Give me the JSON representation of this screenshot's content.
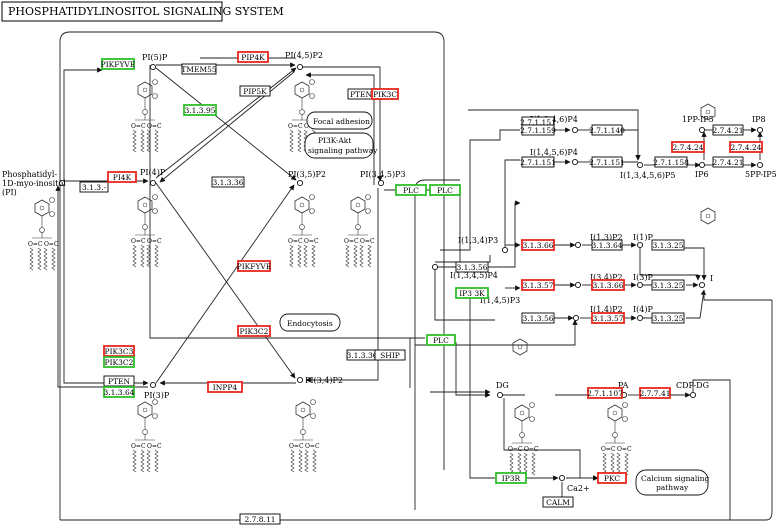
{
  "title": "PHOSPHATIDYLINOSITOL SIGNALING SYSTEM",
  "colors": {
    "upregulated": "#e8261f",
    "downregulated": "#2ec02e",
    "plain": "#000000",
    "line": "#222222"
  },
  "compounds": {
    "pi": "Phosphatidyl-",
    "pi2": "1D-myo-inositol",
    "pi3": "(PI)",
    "pi5p": "PI(5)P",
    "pi45p2": "PI(4,5)P2",
    "pi4p": "PI(4)P",
    "pi35p2": "PI(3,5)P2",
    "pip3": "PI(3,4,5)P3",
    "pi3p": "PI(3)P",
    "pi34p2": "PI(3,4)P2",
    "i1345p4": "I(1,3,4,5)P4",
    "i1346p4": "I(1,3,4,6)P4",
    "i1456p4": "I(1,4,5,6)P4",
    "i13456p5": "I(1,3,4,5,6)P5",
    "i134p3": "I(1,3,4)P3",
    "i145p3": "I(1,4,5)P3",
    "i13p2": "I(1,3)P2",
    "i34p2": "I(3,4)P2",
    "i14p2": "I(1,4)P2",
    "i1p": "I(1)P",
    "i3p": "I(3)P",
    "i4p": "I(4)P",
    "i": "I",
    "ip6": "IP6",
    "ip8": "IP8",
    "pp1ip5": "1PP-IP5",
    "pp5ip5": "5PP-IP5",
    "dg": "DG",
    "pa": "PA",
    "cdpdg": "CDP-DG",
    "ca": "Ca2+"
  },
  "maps": {
    "focal": "Focal adhesion",
    "pi3k1": "PI3K-Akt",
    "pi3k2": "signaling pathway",
    "endo": "Endocytosis",
    "calcium1": "Calcium signaling",
    "calcium2": "pathway"
  },
  "enzymes": [
    {
      "label": "PIKFYVE",
      "status": "down"
    },
    {
      "label": "TMEM55",
      "status": "plain"
    },
    {
      "label": "PIP4K",
      "status": "up"
    },
    {
      "label": "PIP5K",
      "status": "plain"
    },
    {
      "label": "3.1.3.95",
      "status": "down"
    },
    {
      "label": "PTEN",
      "status": "plain"
    },
    {
      "label": "PIK3C",
      "status": "up"
    },
    {
      "label": "3.1.3.-",
      "status": "plain"
    },
    {
      "label": "PI4K",
      "status": "up"
    },
    {
      "label": "3.1.3.36",
      "status": "plain"
    },
    {
      "label": "PIKFYVE",
      "status": "up"
    },
    {
      "label": "PIK3C2",
      "status": "up"
    },
    {
      "label": "PIK3C3",
      "status": "up"
    },
    {
      "label": "PIK3C2",
      "status": "down"
    },
    {
      "label": "PTEN",
      "status": "plain"
    },
    {
      "label": "3.1.3.64",
      "status": "down"
    },
    {
      "label": "INPP4",
      "status": "up"
    },
    {
      "label": "3.1.3.36",
      "status": "plain"
    },
    {
      "label": "SHIP",
      "status": "plain"
    },
    {
      "label": "PLC",
      "status": "down"
    },
    {
      "label": "PLC",
      "status": "down"
    },
    {
      "label": "PLC",
      "status": "down"
    },
    {
      "label": "2.7.1.151",
      "status": "plain"
    },
    {
      "label": "2.7.1.159",
      "status": "plain"
    },
    {
      "label": "2.7.1.140",
      "status": "plain"
    },
    {
      "label": "2.7.1.151",
      "status": "plain"
    },
    {
      "label": "2.7.1.151",
      "status": "plain"
    },
    {
      "label": "2.7.1.158",
      "status": "plain"
    },
    {
      "label": "2.7.4.21",
      "status": "plain"
    },
    {
      "label": "2.7.4.21",
      "status": "plain"
    },
    {
      "label": "2.7.4.24",
      "status": "up"
    },
    {
      "label": "2.7.4.24",
      "status": "up"
    },
    {
      "label": "3.1.3.56",
      "status": "plain"
    },
    {
      "label": "3.1.3.66",
      "status": "up"
    },
    {
      "label": "3.1.3.64",
      "status": "plain"
    },
    {
      "label": "3.1.3.25",
      "status": "plain"
    },
    {
      "label": "3.1.3.57",
      "status": "up"
    },
    {
      "label": "3.1.3.66",
      "status": "up"
    },
    {
      "label": "3.1.3.25",
      "status": "plain"
    },
    {
      "label": "3.1.3.56",
      "status": "plain"
    },
    {
      "label": "3.1.3.57",
      "status": "up"
    },
    {
      "label": "3.1.3.25",
      "status": "plain"
    },
    {
      "label": "IP3 3K",
      "status": "down"
    },
    {
      "label": "2.7.1.107",
      "status": "up"
    },
    {
      "label": "2.7.7.41",
      "status": "up"
    },
    {
      "label": "IP3R",
      "status": "down"
    },
    {
      "label": "PKC",
      "status": "up"
    },
    {
      "label": "CALM",
      "status": "plain"
    },
    {
      "label": "2.7.8.11",
      "status": "plain"
    }
  ]
}
